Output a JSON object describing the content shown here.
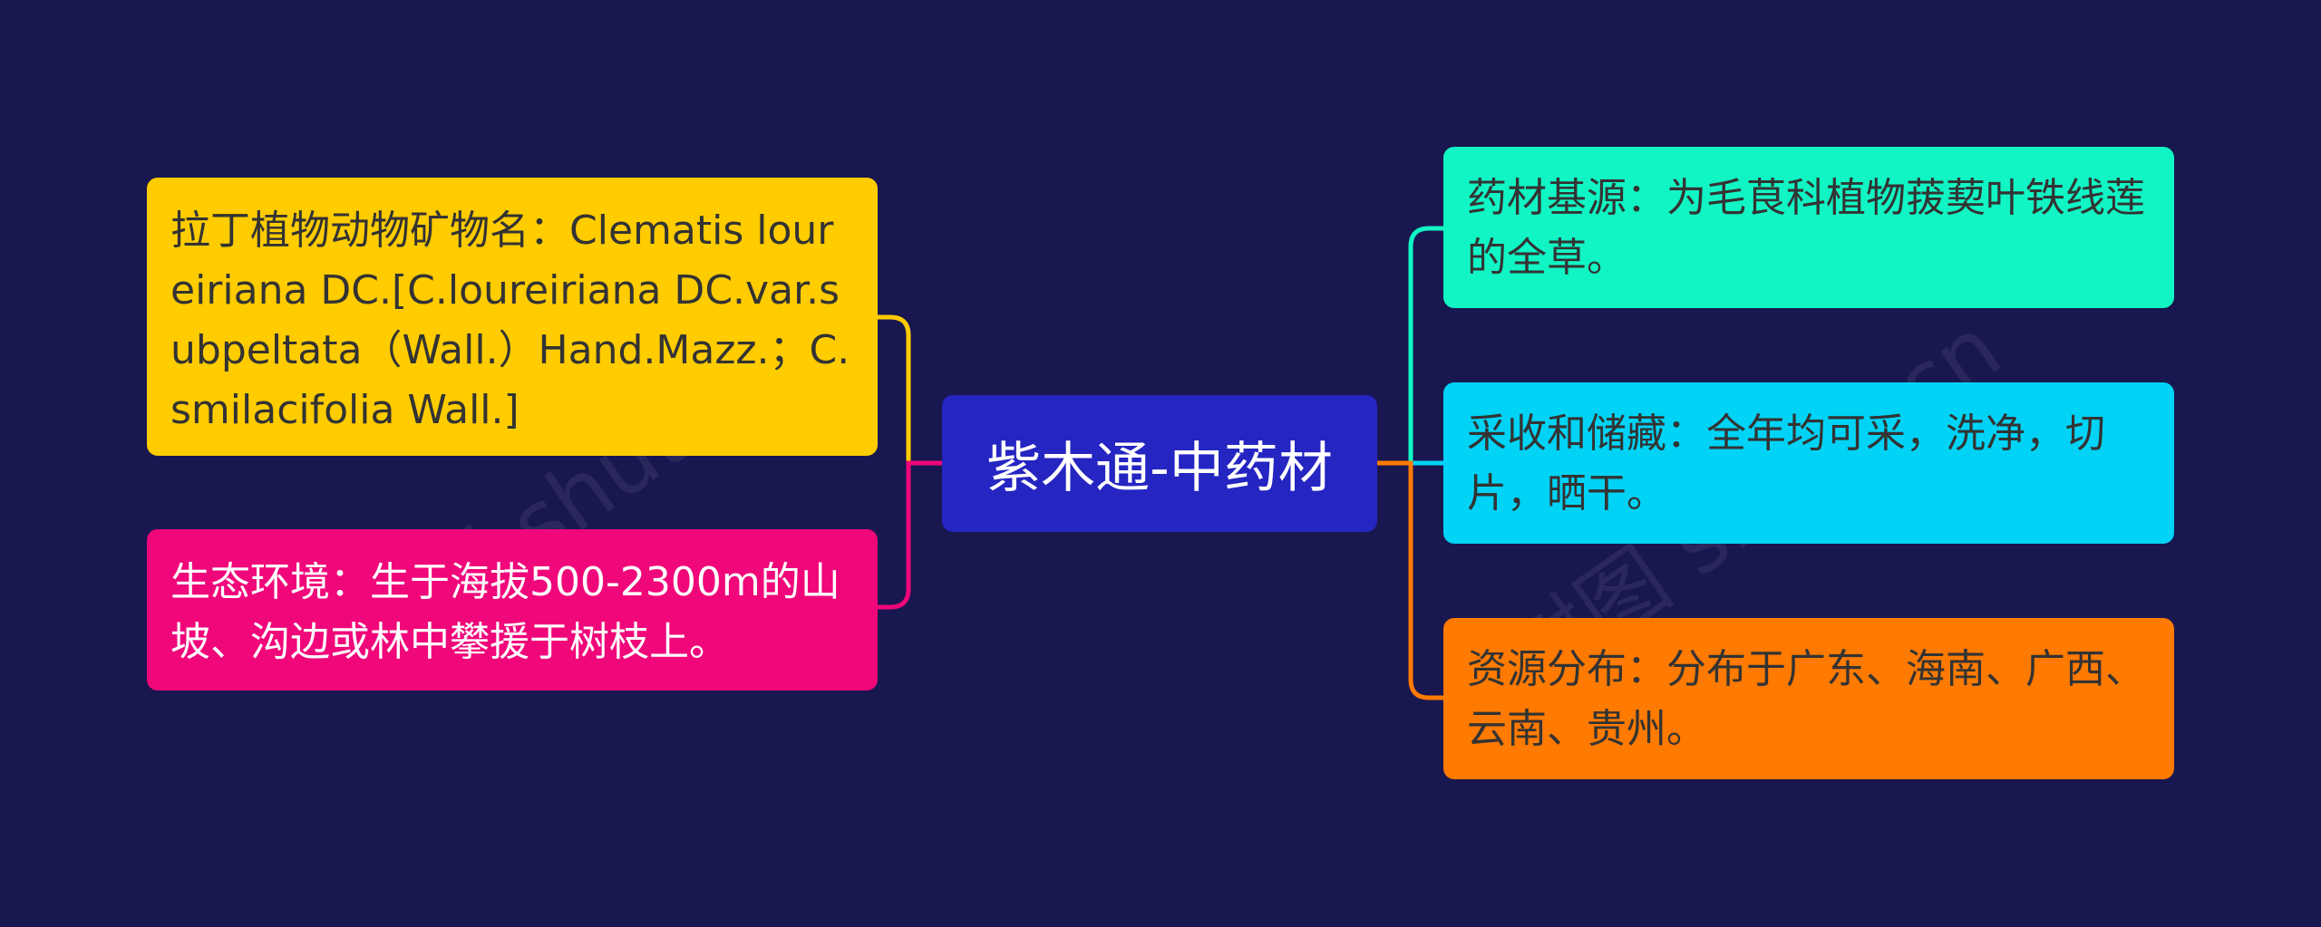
{
  "center": {
    "label": "紫木通-中药材",
    "color": "#2525c2"
  },
  "left_nodes": [
    {
      "text": "拉丁植物动物矿物名：Clematis loureiriana DC.[C.loureiriana DC.var.subpeltata（Wall.）Hand.Mazz.；C.smilacifolia Wall.]",
      "bg": "#ffcc00",
      "fg": "#333333",
      "line": "#ffcc00"
    },
    {
      "text": "生态环境：生于海拔500-2300m的山坡、沟边或林中攀援于树枝上。",
      "bg": "#f0077a",
      "fg": "#ffffff",
      "line": "#f0077a"
    }
  ],
  "right_nodes": [
    {
      "text": "药材基源：为毛茛科植物菝葜叶铁线莲的全草。",
      "bg": "#11f5c4",
      "fg": "#333333",
      "line": "#11f5c4"
    },
    {
      "text": "采收和储藏：全年均可采，洗净，切片，晒干。",
      "bg": "#00d3f5",
      "fg": "#333333",
      "line": "#00d3f5"
    },
    {
      "text": "资源分布：分布于广东、海南、广西、云南、贵州。",
      "bg": "#ff7a00",
      "fg": "#333333",
      "line": "#ff7a00"
    }
  ],
  "watermark": "树图 shutu.cn"
}
